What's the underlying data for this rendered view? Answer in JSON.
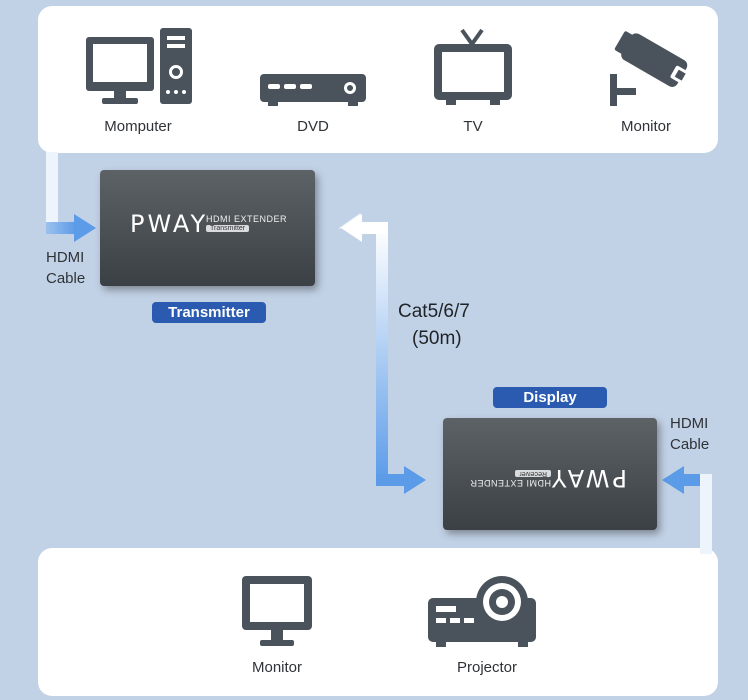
{
  "sources": [
    {
      "label": "Momputer",
      "icon": "computer-icon"
    },
    {
      "label": "DVD",
      "icon": "dvd-player-icon"
    },
    {
      "label": "TV",
      "icon": "tv-icon"
    },
    {
      "label": "Monitor",
      "icon": "security-camera-icon"
    }
  ],
  "outputs": [
    {
      "label": "Monitor",
      "icon": "monitor-icon"
    },
    {
      "label": "Projector",
      "icon": "projector-icon"
    }
  ],
  "transmitter": {
    "brand": "PWAY",
    "product": "HDMI EXTENDER",
    "role": "Transmitter",
    "tag": "Transmitter"
  },
  "receiver": {
    "brand": "PWAY",
    "product": "HDMI EXTENDER",
    "role": "Receiver",
    "tag": "Display"
  },
  "input_cable": {
    "line1": "HDMI",
    "line2": "Cable"
  },
  "output_cable": {
    "line1": "HDMI",
    "line2": "Cable"
  },
  "link": {
    "type": "Cat5/6/7",
    "distance": "(50m)"
  },
  "colors": {
    "background": "#c2d2e6",
    "panel": "#ffffff",
    "icon": "#4a535b",
    "device": "#474c50",
    "tag": "#2a5bb0",
    "arrow": "#5b9be8"
  }
}
